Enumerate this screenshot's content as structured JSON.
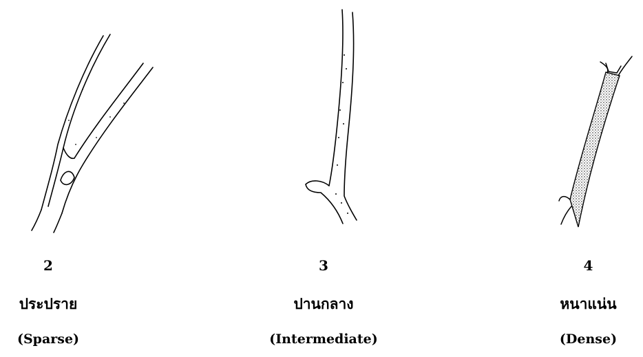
{
  "panels": [
    {
      "number": "2",
      "thai_label": "ประปราย",
      "english_label": "(Sparse)"
    },
    {
      "number": "3",
      "thai_label": "ปานกลาง",
      "english_label": "(Intermediate)"
    },
    {
      "number": "4",
      "thai_label": "หนาแน่น",
      "english_label": "(Dense)"
    }
  ]
}
